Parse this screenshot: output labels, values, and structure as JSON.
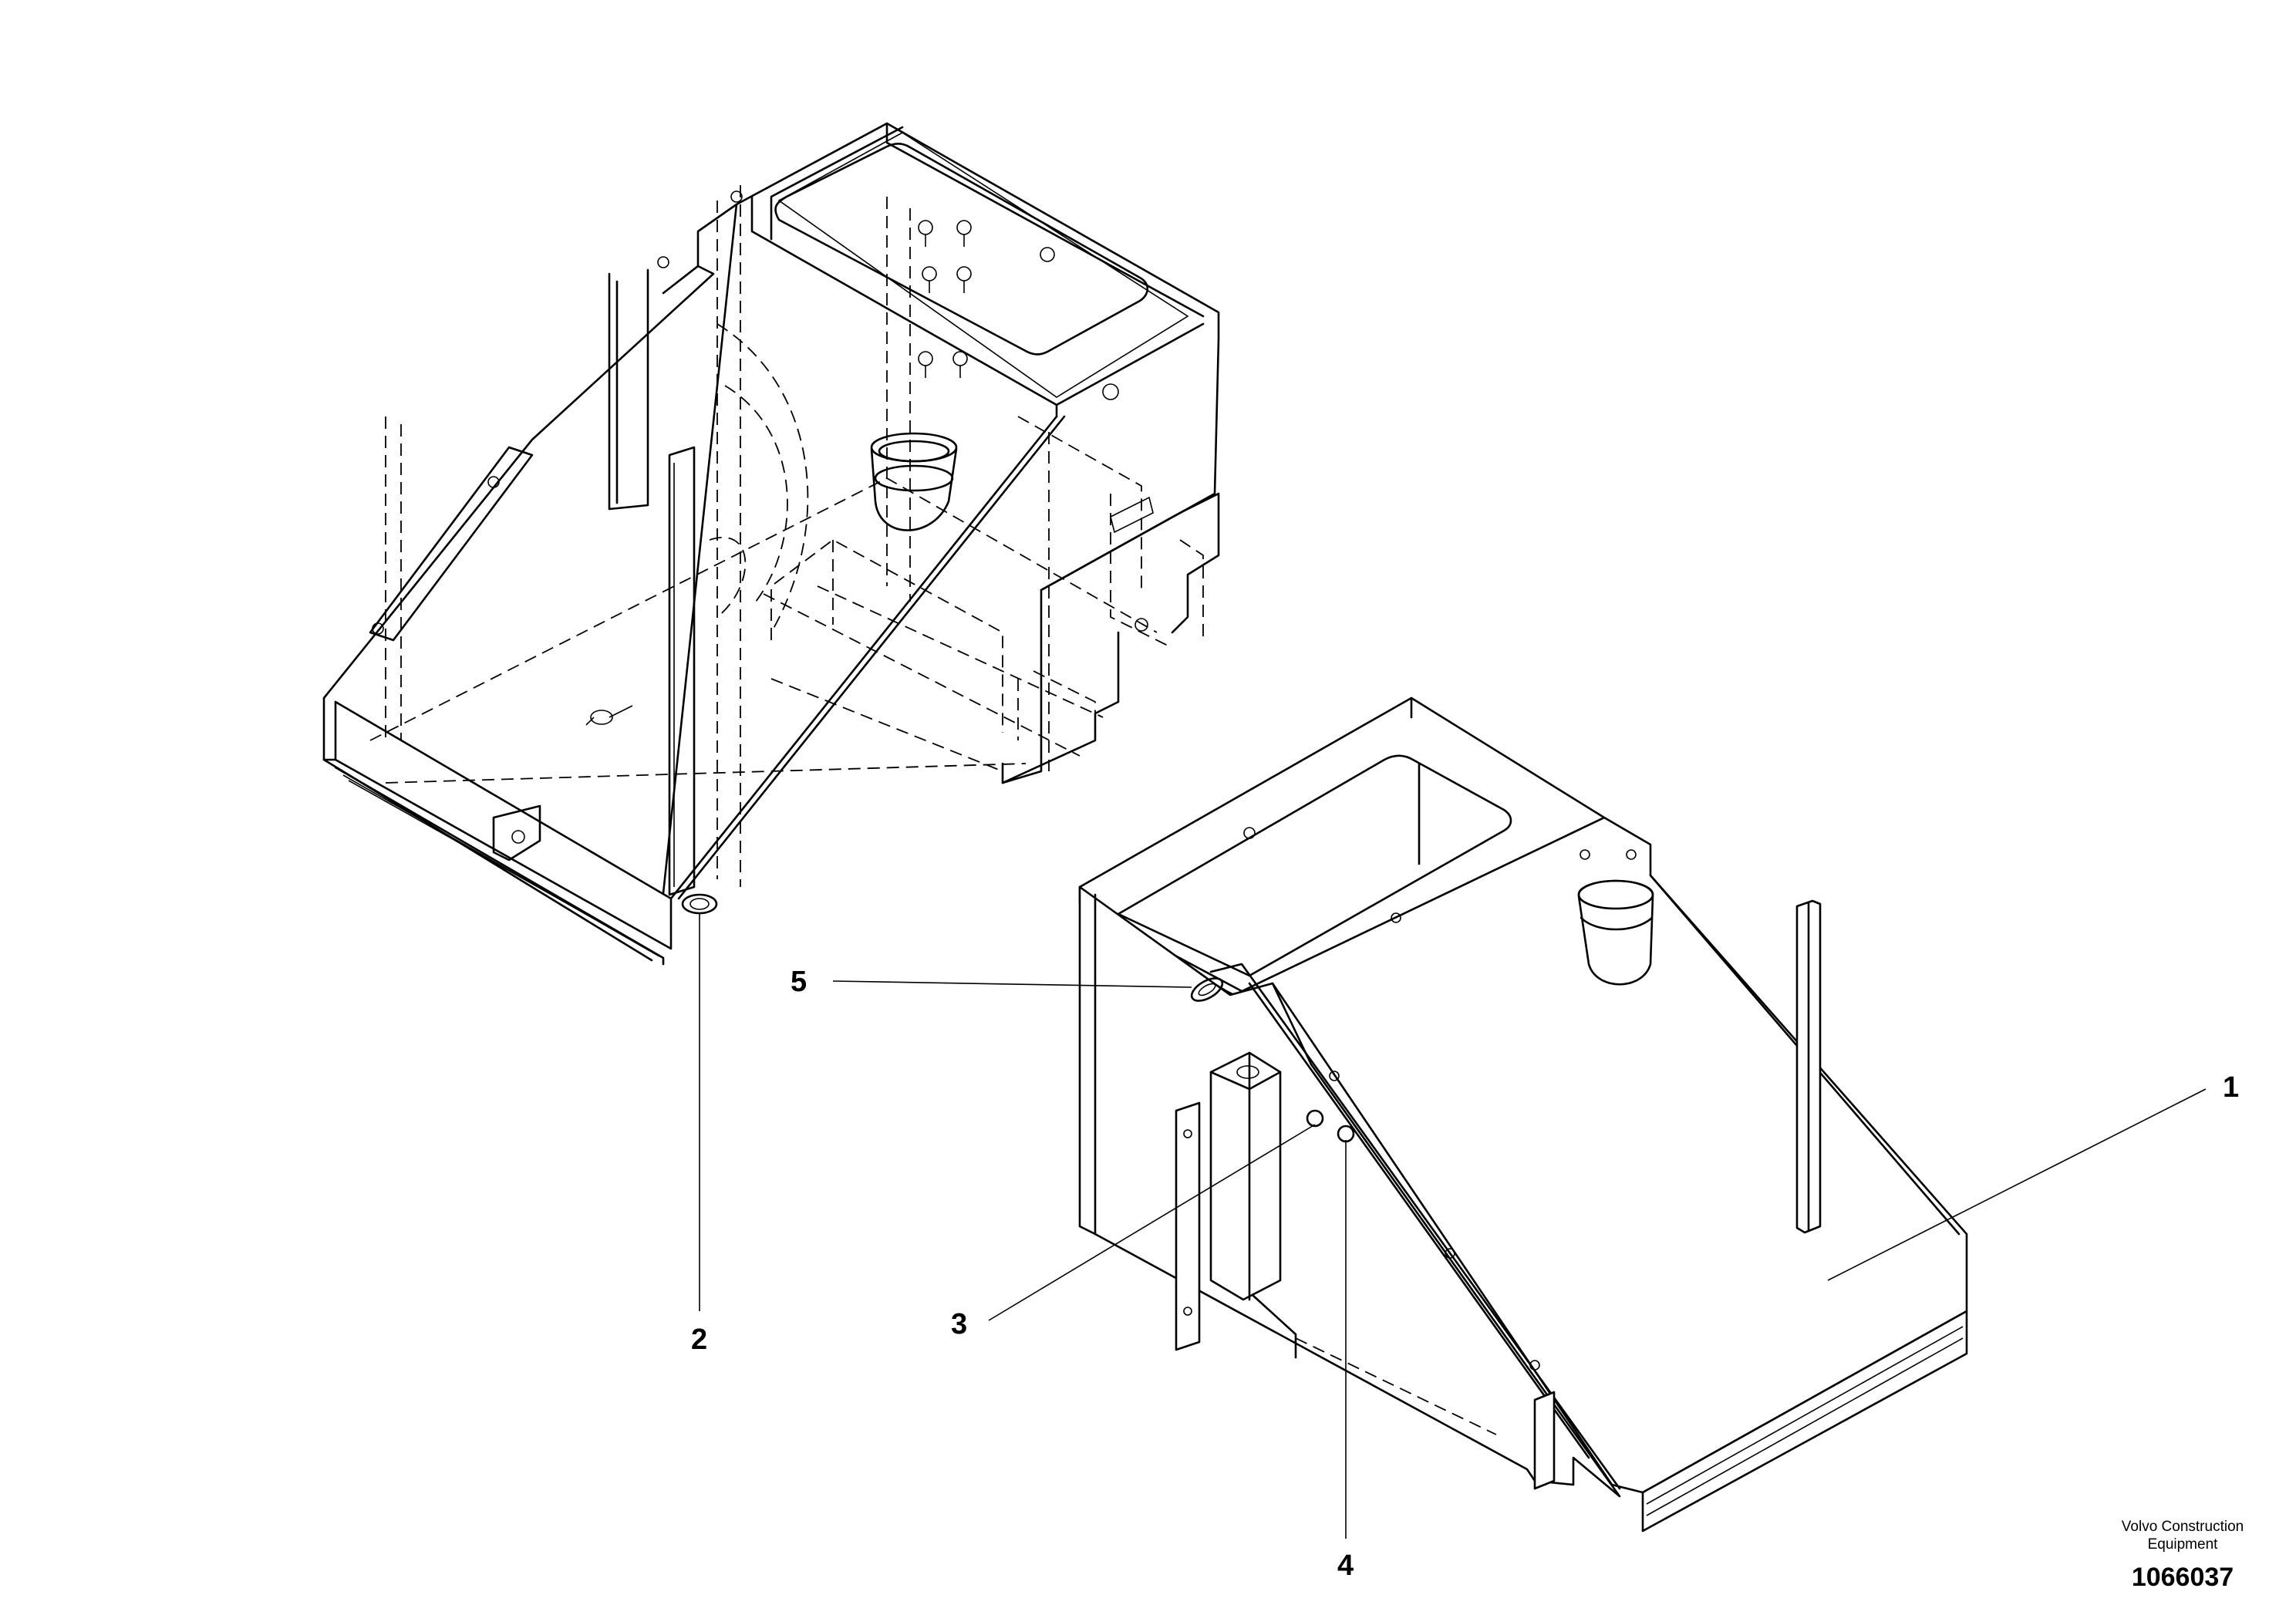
{
  "callouts": [
    {
      "id": "1",
      "label": "1"
    },
    {
      "id": "2",
      "label": "2"
    },
    {
      "id": "3",
      "label": "3"
    },
    {
      "id": "4",
      "label": "4"
    },
    {
      "id": "5",
      "label": "5"
    }
  ],
  "caption": {
    "company_line1": "Volvo Construction",
    "company_line2": "Equipment",
    "drawing_number": "1066037"
  }
}
